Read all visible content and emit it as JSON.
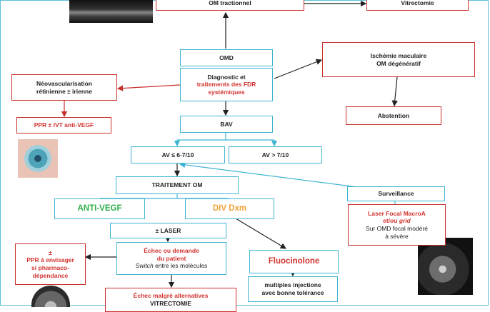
{
  "colors": {
    "cyan": "#3fb5d2",
    "red": "#c9302c",
    "green": "#2fae4a",
    "orange": "#f0a23a"
  },
  "nodes": {
    "om_tractionnel": "OM tractionnel",
    "vitrectomie_top": "Vitrectomie",
    "omd": "OMD",
    "diagnostic_l1": "Diagnostic et",
    "diagnostic_l2": "traitements des FDR",
    "diagnostic_l3": "systémiques",
    "ischemie_l1": "Ischémie maculaire",
    "ischemie_l2": "OM dégénératif",
    "neovasc_l1": "Néovascularisation",
    "neovasc_l2": "rétinienne ± irienne",
    "abstention": "Abstention",
    "ppr_ivt": "PPR ± IVT anti-VEGF",
    "bav": "BAV",
    "av_low": "AV ≤ 6-7/10",
    "av_high": "AV > 7/10",
    "traitement_om": "TRAITEMENT OM",
    "surveillance": "Surveillance",
    "anti_vegf": "ANTI-VEGF",
    "div_dxm": "DIV Dxm",
    "laser_focal_l1": "Laser Focal MacroA",
    "laser_focal_l2": "et/ou",
    "laser_focal_l2b": "grid",
    "laser_focal_l3": "Sur OMD focal modéré",
    "laser_focal_l4": "à sévère",
    "plus_laser": "± LASER",
    "echec_l1": "Échec ou demande",
    "echec_l2": "du patient",
    "echec_l3a": "Switch",
    "echec_l3b": " entre les molécules",
    "fluocinolone": "Fluocinolone",
    "multiples_l1": "multiples injections",
    "multiples_l2": "avec bonne tolérance",
    "ppr_env_l1": "±",
    "ppr_env_l2": "PPR à envisager",
    "ppr_env_l3": "si pharmaco-",
    "ppr_env_l4": "dépendance",
    "echec_alt_l1": "Échec malgré alternatives",
    "echec_alt_l2": "VITRECTOMIE"
  }
}
